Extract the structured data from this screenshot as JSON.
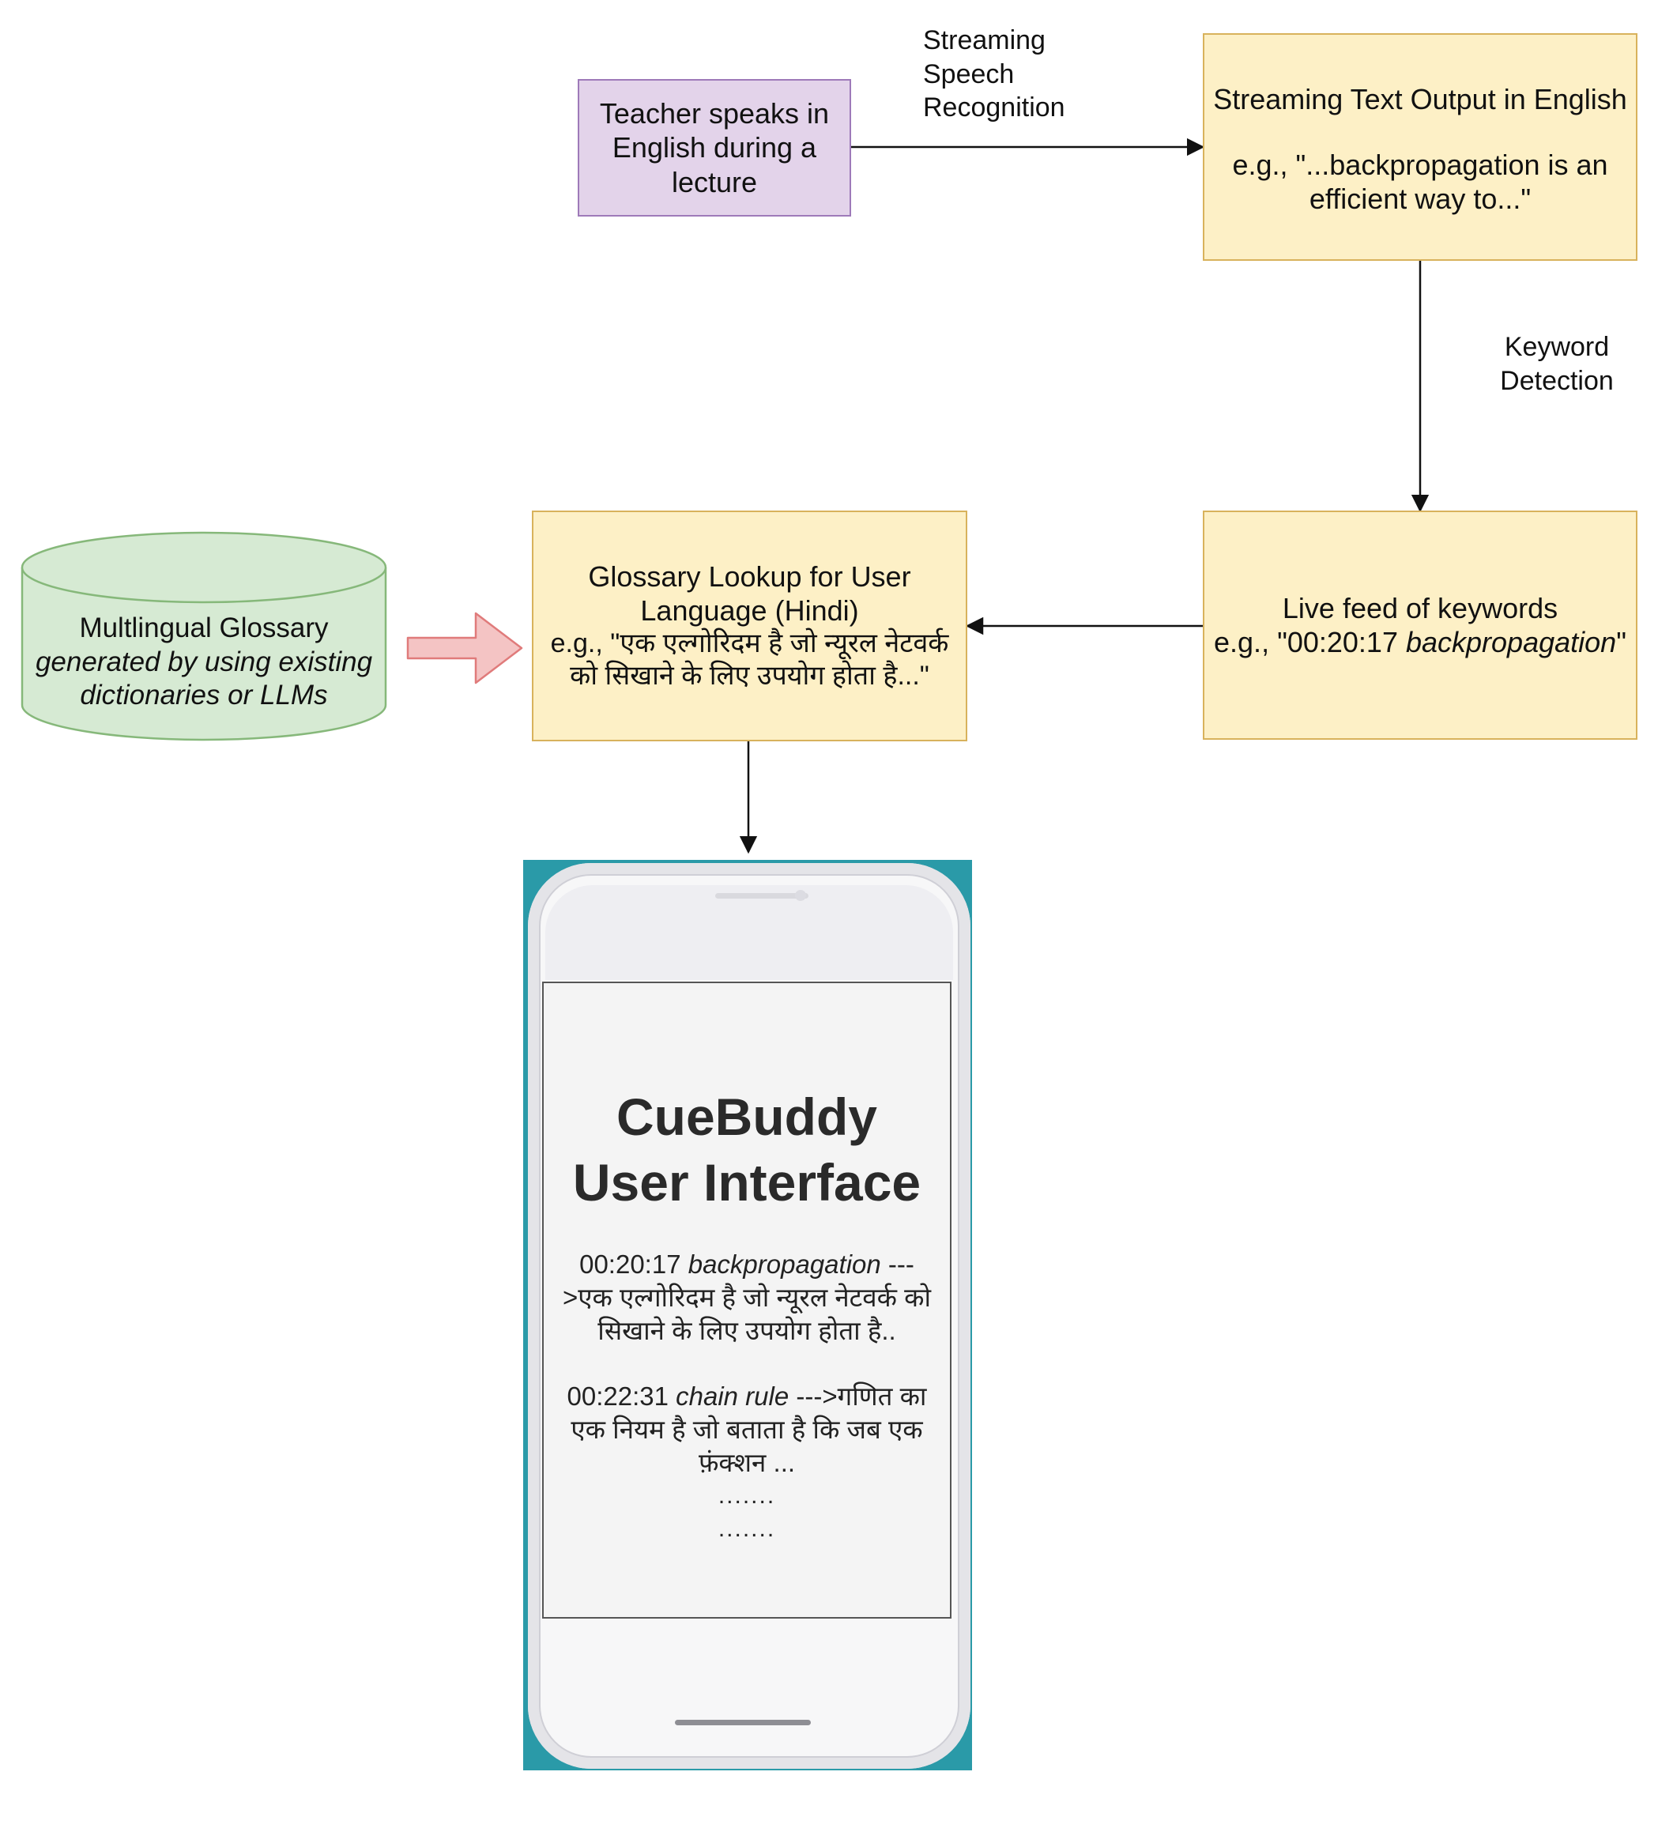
{
  "nodes": {
    "teacher": {
      "lines": [
        "Teacher speaks in",
        "English during a",
        "lecture"
      ]
    },
    "streaming_text": {
      "title": "Streaming Text Output in English",
      "example_lines": [
        "e.g., \"...backpropagation is an",
        "efficient way to...\""
      ]
    },
    "live_feed": {
      "title": "Live feed of keywords",
      "example_prefix": "e.g., \"00:20:17 ",
      "example_keyword": "backpropagation",
      "example_suffix": "\""
    },
    "glossary_lookup": {
      "lines": [
        "Glossary Lookup for User",
        "Language (Hindi)"
      ],
      "example_lines": [
        "e.g., \"एक एल्गोरिदम है जो न्यूरल नेटवर्क",
        "को सिखाने के लिए उपयोग होता है...\""
      ]
    },
    "glossary_db": {
      "title": "Multlingual Glossary",
      "subtitle_lines": [
        "generated by using existing",
        "dictionaries or LLMs"
      ]
    }
  },
  "edge_labels": {
    "speech_recognition": [
      "Streaming",
      "Speech",
      "Recognition"
    ],
    "keyword_detection": [
      "Keyword",
      "Detection"
    ]
  },
  "ui": {
    "title_lines": [
      "CueBuddy",
      "User Interface"
    ],
    "entries": [
      {
        "time": "00:20:17 ",
        "keyword": "backpropagation",
        "text_lines_before": [
          " ---"
        ],
        "text_lines": [
          ">एक एल्गोरिदम है जो न्यूरल नेटवर्क को",
          "सिखाने के लिए उपयोग होता है.."
        ]
      },
      {
        "time": "00:22:31 ",
        "keyword": "chain rule",
        "first_suffix": " --->गणित का",
        "text_lines": [
          "एक नियम है जो बताता है कि जब एक",
          "फ़ंक्शन ..."
        ]
      }
    ],
    "dots": [
      ".......",
      "......."
    ]
  },
  "colors": {
    "yellow_fill": "#fdf0c6",
    "yellow_border": "#d8b25c",
    "purple_fill": "#e3d3ea",
    "purple_border": "#9e7ab9",
    "green_fill": "#d6ead3",
    "green_border": "#86b87a",
    "pink_arrow": "#f4c4c4",
    "phone_teal": "#2a9aa8"
  }
}
